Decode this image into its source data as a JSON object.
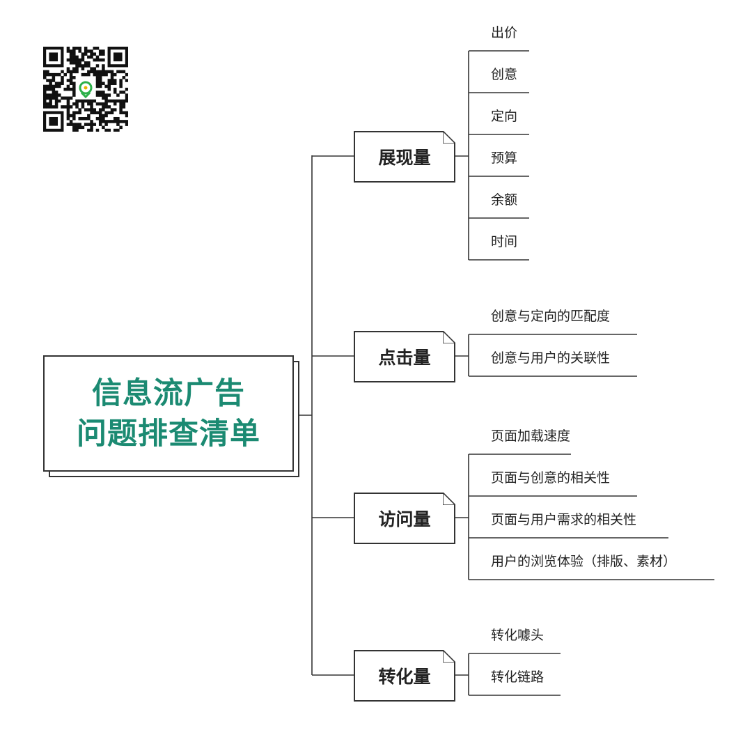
{
  "title": {
    "line1": "信息流广告",
    "line2": "问题排查清单"
  },
  "accent_color": "#1b8a72",
  "qr_code": {
    "icon": "qr-code-icon",
    "logo_color": "#2db04a"
  },
  "branches": [
    {
      "label": "展现量",
      "items": [
        "出价",
        "创意",
        "定向",
        "预算",
        "余额",
        "时间"
      ]
    },
    {
      "label": "点击量",
      "items": [
        "创意与定向的匹配度",
        "创意与用户的关联性"
      ]
    },
    {
      "label": "访问量",
      "items": [
        "页面加载速度",
        "页面与创意的相关性",
        "页面与用户需求的相关性",
        "用户的浏览体验（排版、素材）"
      ]
    },
    {
      "label": "转化量",
      "items": [
        "转化噱头",
        "转化链路"
      ]
    }
  ]
}
